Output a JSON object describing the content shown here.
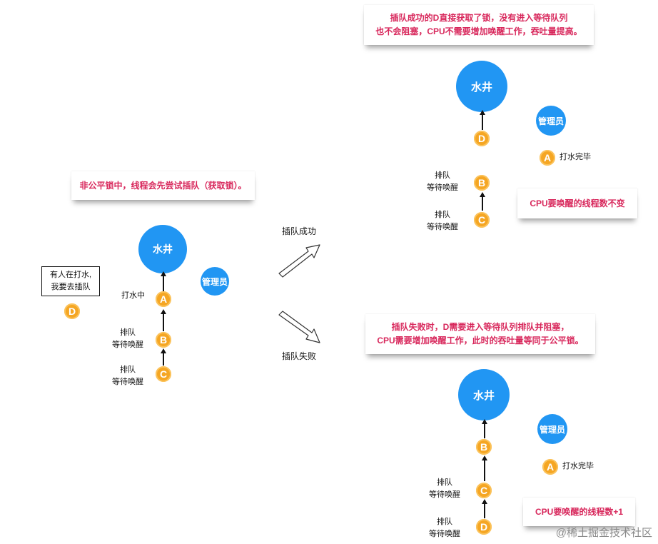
{
  "left": {
    "note": "非公平锁中，线程会先尝试插队（获取锁）。",
    "well": "水井",
    "admin": "管理员",
    "bubble": [
      "有人在打水,",
      "我要去插队"
    ],
    "d_node": "D",
    "a_label": "打水中",
    "a_node": "A",
    "b_label": [
      "排队",
      "等待唤醒"
    ],
    "b_node": "B",
    "c_label": [
      "排队",
      "等待唤醒"
    ],
    "c_node": "C"
  },
  "arrows": {
    "success": "插队成功",
    "fail": "插队失败"
  },
  "top_right": {
    "note": [
      "插队成功的D直接获取了锁，没有进入等待队列",
      "也不会阻塞，CPU不需要增加唤醒工作，吞吐量提高。"
    ],
    "well": "水井",
    "admin": "管理员",
    "d_node": "D",
    "a_node": "A",
    "a_label": "打水完毕",
    "b_label": [
      "排队",
      "等待唤醒"
    ],
    "b_node": "B",
    "c_label": [
      "排队",
      "等待唤醒"
    ],
    "c_node": "C",
    "cpu_note": "CPU要唤醒的线程数不变"
  },
  "bottom_right": {
    "note": [
      "插队失败时，D需要进入等待队列排队并阻塞，",
      "CPU需要增加唤醒工作，此时的吞吐量等同于公平锁。"
    ],
    "well": "水井",
    "admin": "管理员",
    "b_node": "B",
    "a_node": "A",
    "a_label": "打水完毕",
    "c_label": [
      "排队",
      "等待唤醒"
    ],
    "c_node": "C",
    "d_label": [
      "排队",
      "等待唤醒"
    ],
    "d_node": "D",
    "cpu_note": "CPU要唤醒的线程数+1"
  },
  "watermark": "@稀土掘金技术社区"
}
